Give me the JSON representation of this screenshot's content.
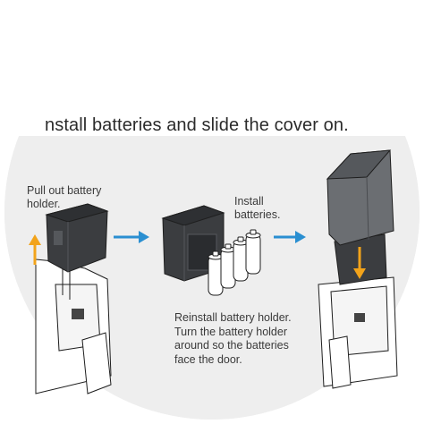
{
  "instruction": {
    "title": "nstall batteries and slide the cover on.",
    "step_pull_out": "Pull out battery\nholder.",
    "step_install": "Install\nbatteries.",
    "step_reinstall": "Reinstall battery holder.\nTurn the battery holder\naround so the batteries\nface the door."
  },
  "colors": {
    "background_circle": "#eeeeee",
    "arrow_blue": "#2a8fd1",
    "arrow_orange": "#f2a31a",
    "device_dark": "#3b3d40",
    "cover_gray": "#6b6e72",
    "battery_white": "#ffffff",
    "outline": "#1e1e1e"
  }
}
